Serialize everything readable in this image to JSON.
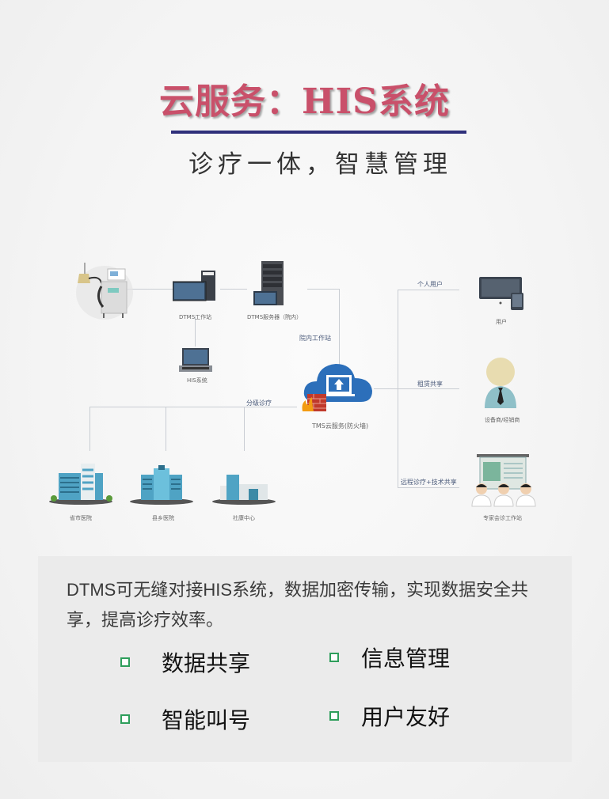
{
  "header": {
    "title": "云服务：HIS系统",
    "subtitle": "诊疗一体，智慧管理",
    "title_color": "#c9506a",
    "rule_color": "#2e2f7a"
  },
  "diagram": {
    "nodes": {
      "device": {
        "label": "",
        "icon": "medical-device-icon"
      },
      "workstation": {
        "label": "DTMS工作站",
        "icon": "desktop-computer-icon"
      },
      "server": {
        "label": "DTMS服务器（院内）",
        "icon": "server-rack-icon"
      },
      "his": {
        "label": "HIS系统",
        "icon": "laptop-icon"
      },
      "cloud": {
        "label": "TMS云服务(防火墙)",
        "icon": "cloud-firewall-icon"
      },
      "user": {
        "label": "用户",
        "icon": "monitor-tablet-icon"
      },
      "dealer": {
        "label": "设备商/经销商",
        "icon": "person-icon"
      },
      "expert": {
        "label": "专家会诊工作站",
        "icon": "doctors-screen-icon"
      },
      "hospital_city": {
        "label": "省市医院",
        "icon": "hospital-building-icon"
      },
      "hospital_county": {
        "label": "县乡医院",
        "icon": "hospital-building-icon"
      },
      "community": {
        "label": "社康中心",
        "icon": "clinic-building-icon"
      }
    },
    "links": {
      "in_hospital": "院内工作站",
      "personal_user": "个人用户",
      "lease_share": "租赁共享",
      "remote": "远程诊疗+技术共享",
      "tiered": "分级诊疗"
    }
  },
  "info": {
    "description": "DTMS可无缝对接HIS系统，数据加密传输，实现数据安全共享，提高诊疗效率。",
    "features": [
      "数据共享",
      "信息管理",
      "智能叫号",
      "用户友好"
    ],
    "bullet_color": "#2e9e5b"
  }
}
